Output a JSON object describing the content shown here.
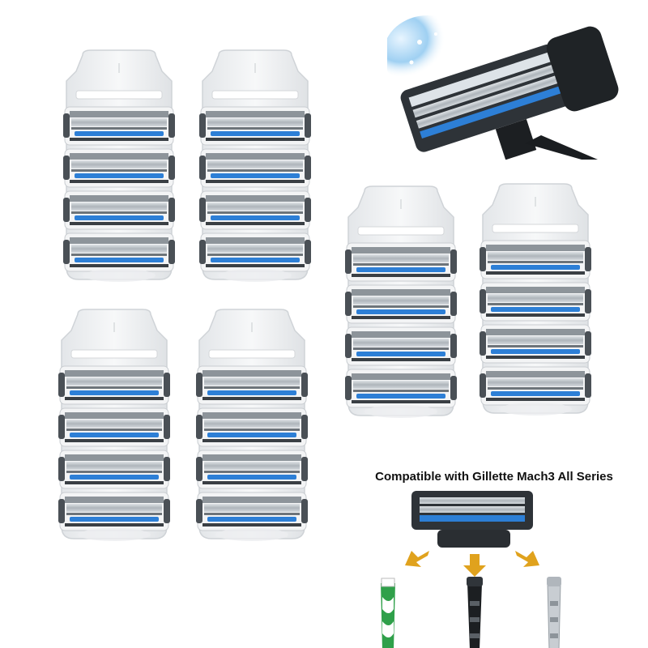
{
  "product": {
    "caption": "Compatible with Gillette Mach3 All Series"
  },
  "packs": [
    {
      "name": "pack-1",
      "cartridges": 4
    },
    {
      "name": "pack-2",
      "cartridges": 4
    },
    {
      "name": "pack-3",
      "cartridges": 4
    },
    {
      "name": "pack-4",
      "cartridges": 4
    },
    {
      "name": "pack-5",
      "cartridges": 4
    },
    {
      "name": "pack-6",
      "cartridges": 4
    }
  ],
  "colors": {
    "blade_blue": "#2d7fd6",
    "plastic": "#e9ecef",
    "steel": "#b9c0c6",
    "arrow_yellow": "#e0a21d",
    "handle_green": "#2fa04a"
  }
}
